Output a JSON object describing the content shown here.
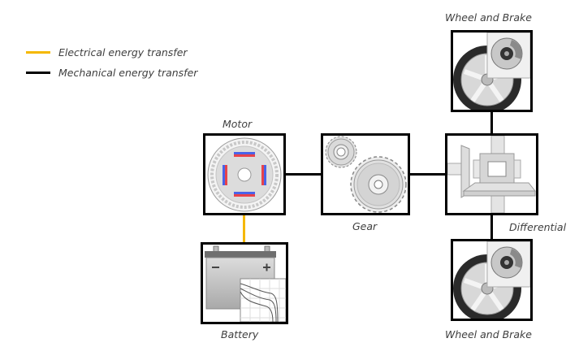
{
  "legend": {
    "items": [
      {
        "label": "Electrical energy transfer",
        "color": "#f5b800"
      },
      {
        "label": "Mechanical energy transfer",
        "color": "#000000"
      }
    ]
  },
  "components": {
    "motor": {
      "label": "Motor",
      "icon": "electric-motor-icon"
    },
    "battery": {
      "label": "Battery",
      "icon": "battery-icon",
      "minus": "−",
      "plus": "+"
    },
    "gear": {
      "label": "Gear",
      "icon": "gear-icon"
    },
    "differential": {
      "label": "Differential",
      "icon": "differential-icon"
    },
    "wheel_top": {
      "label": "Wheel and Brake",
      "icon": "wheel-brake-icon"
    },
    "wheel_bottom": {
      "label": "Wheel and Brake",
      "icon": "wheel-brake-icon"
    }
  },
  "connections": [
    {
      "from": "battery",
      "to": "motor",
      "type": "electrical"
    },
    {
      "from": "motor",
      "to": "gear",
      "type": "mechanical"
    },
    {
      "from": "gear",
      "to": "differential",
      "type": "mechanical"
    },
    {
      "from": "differential",
      "to": "wheel_top",
      "type": "mechanical"
    },
    {
      "from": "differential",
      "to": "wheel_bottom",
      "type": "mechanical"
    }
  ]
}
